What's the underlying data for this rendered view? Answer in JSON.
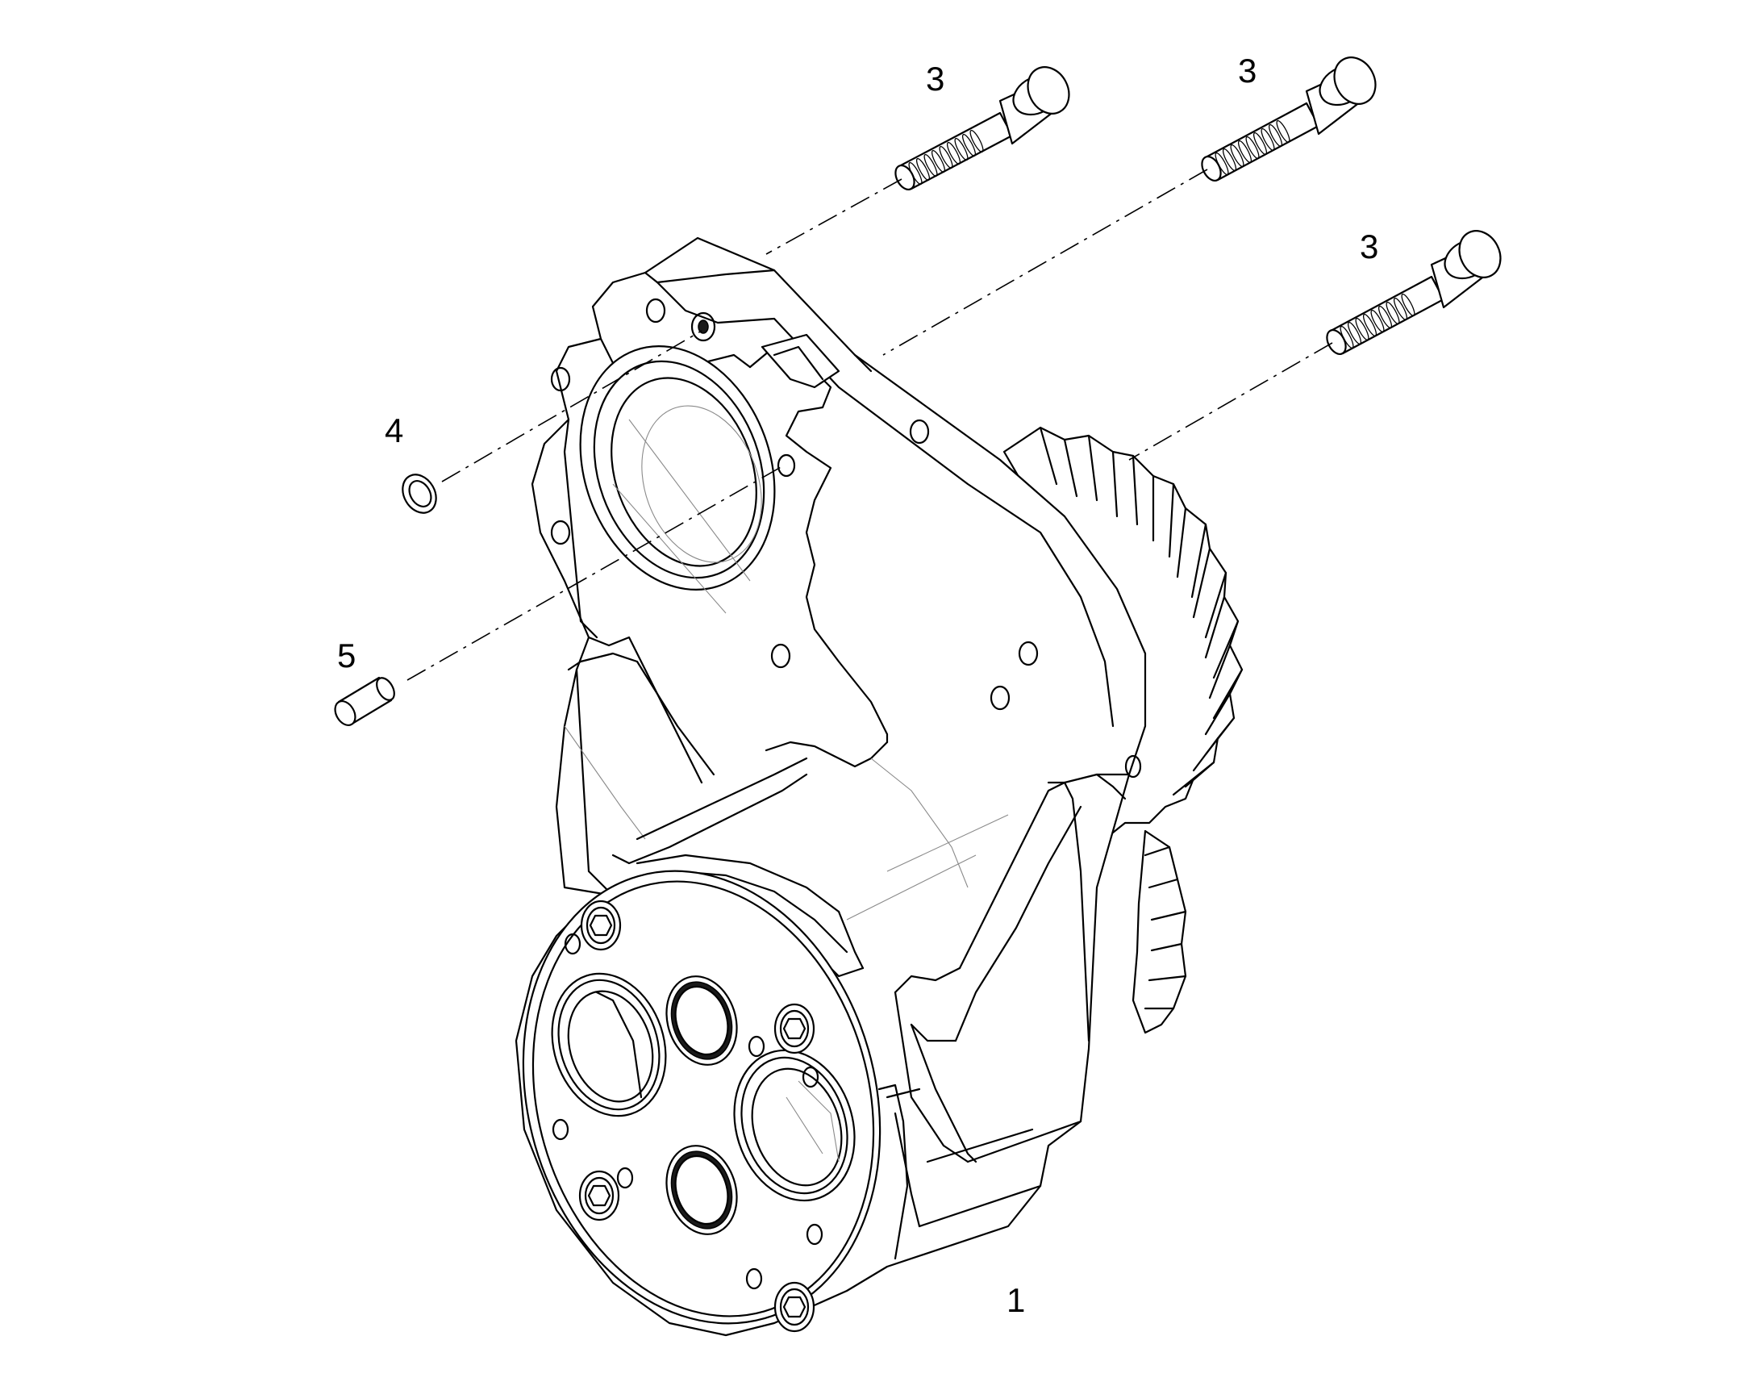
{
  "callouts": {
    "part_1": "1",
    "part_3a": "3",
    "part_3b": "3",
    "part_3c": "3",
    "part_4": "4",
    "part_5": "5"
  },
  "colors": {
    "line": "#000000",
    "background": "#ffffff",
    "hidden_line": "#8a8a8a"
  }
}
